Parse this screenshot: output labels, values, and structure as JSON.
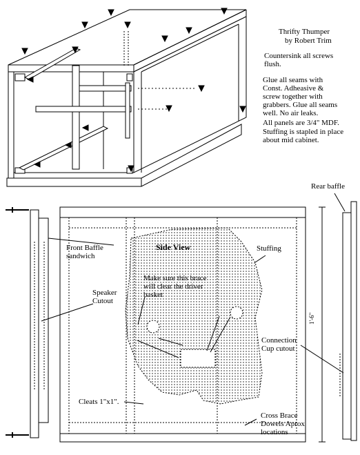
{
  "title": "Thrifty Thumper",
  "author": "by Robert Trim",
  "notes": [
    "Countersink all screws flush.",
    "Glue all seams with Const. Adheasive & screw together with grabbers. Glue all seams well.  No air leaks.",
    "All panels are 3/4\" MDF.",
    "Stuffing is stapled in place about mid cabinet."
  ],
  "side_view_title": "Side View",
  "labels": {
    "front_baffle": "Front Baffle sandwich",
    "speaker_cutout": "Speaker Cutout",
    "brace_note": "Make sure this brace will clear the driver basket",
    "stuffing": "Stuffing",
    "rear_baffle": "Rear baffle",
    "connection_cup": "Connection Cup cutout",
    "cleats": "Cleats  1\"x1\".",
    "cross_brace": "Cross Brace Dowels Aprox locations",
    "dimension": "1'-6\""
  }
}
